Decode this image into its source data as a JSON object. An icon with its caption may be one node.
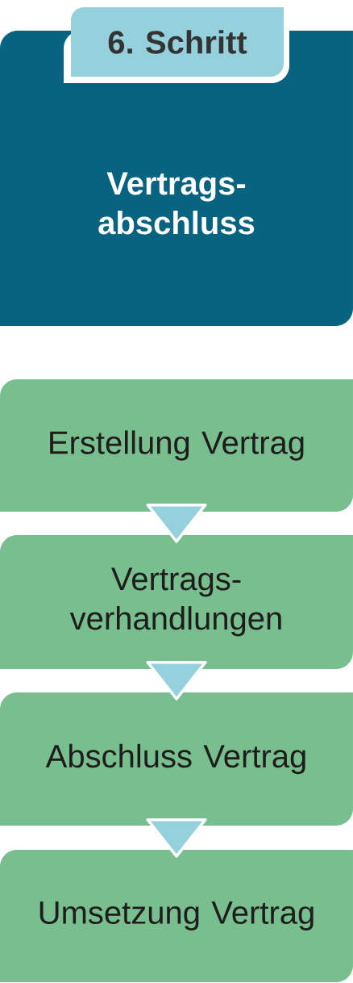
{
  "diagram": {
    "nodes": [
      {
        "text": [
          "6. Schritt"
        ]
      },
      {
        "text": [
          "Vertrags- abschluss"
        ]
      },
      {
        "text": [
          "Erstellung Vertrag"
        ]
      },
      {
        "text": [
          "Vertrags- verhandlungen"
        ]
      },
      {
        "text": [
          "Abschluss Vertrag"
        ]
      },
      {
        "text": [
          "Umsetzung Vertrag"
        ]
      }
    ],
    "edges": [
      {
        "from": 2,
        "to": 3,
        "arrow": "to"
      },
      {
        "from": 3,
        "to": 4,
        "arrow": "to"
      },
      {
        "from": 4,
        "to": 5,
        "arrow": "to"
      }
    ]
  }
}
